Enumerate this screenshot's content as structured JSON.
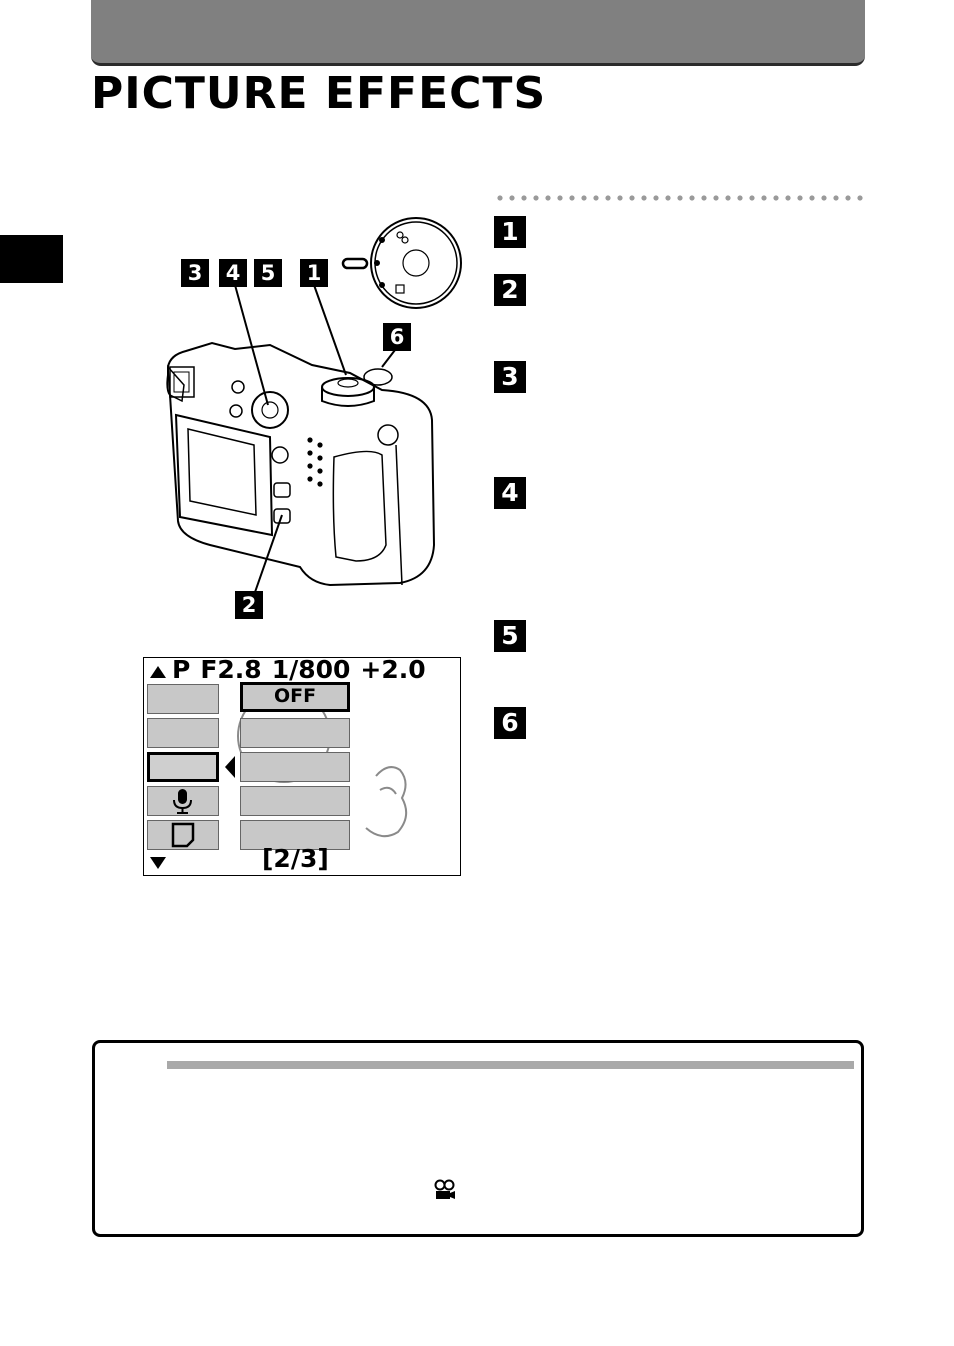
{
  "page": {
    "title": "PICTURE EFFECTS"
  },
  "steps": [
    "1",
    "2",
    "3",
    "4",
    "5",
    "6"
  ],
  "camera_callouts": [
    "3",
    "4",
    "5",
    "1",
    "6",
    "2"
  ],
  "lcd": {
    "mode": "P",
    "aperture": "F2.8",
    "shutter": "1/800",
    "exposure": "+2.0",
    "options": [
      "OFF"
    ],
    "page_indicator": "[2/3]",
    "icons": [
      "up-arrow-icon",
      "down-arrow-icon",
      "microphone-icon",
      "memory-card-icon",
      "left-arrow-icon"
    ]
  },
  "note": {
    "icons": [
      "movie-camera-icon"
    ]
  },
  "colors": {
    "header_band": "#808080",
    "step_box": "#000000",
    "menu_item": "#c8c8c8"
  }
}
